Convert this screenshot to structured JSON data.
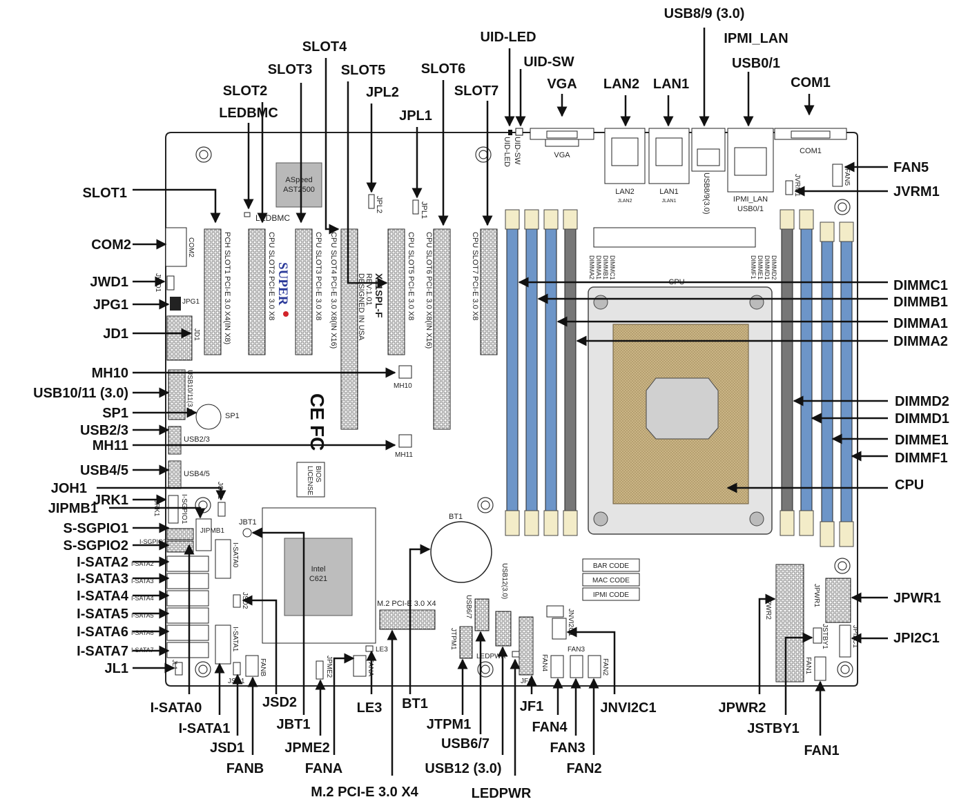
{
  "labels": {
    "left": [
      "SLOT1",
      "COM2",
      "JWD1",
      "JPG1",
      "JD1",
      "MH10",
      "USB10/11 (3.0)",
      "SP1",
      "USB2/3",
      "MH11",
      "USB4/5",
      "JOH1",
      "JRK1",
      "JIPMB1",
      "S-SGPIO1",
      "S-SGPIO2",
      "I-SATA2",
      "I-SATA3",
      "I-SATA4",
      "I-SATA5",
      "I-SATA6",
      "I-SATA7",
      "JL1"
    ],
    "top": [
      "LEDBMC",
      "SLOT2",
      "SLOT3",
      "SLOT4",
      "SLOT5",
      "JPL2",
      "SLOT6",
      "JPL1",
      "SLOT7",
      "UID-LED",
      "UID-SW",
      "VGA",
      "LAN2",
      "LAN1",
      "USB8/9 (3.0)",
      "IPMI_LAN",
      "USB0/1",
      "COM1"
    ],
    "right": [
      "FAN5",
      "JVRM1",
      "DIMMC1",
      "DIMMB1",
      "DIMMA1",
      "DIMMA2",
      "DIMMD2",
      "DIMMD1",
      "DIMME1",
      "DIMMF1",
      "CPU",
      "JPWR1",
      "JPI2C1"
    ],
    "bottom": [
      "I-SATA0",
      "I-SATA1",
      "JSD1",
      "FANB",
      "JSD2",
      "JBT1",
      "JPME2",
      "FANA",
      "LE3",
      "M.2 PCI-E 3.0 X4",
      "BT1",
      "JTPM1",
      "USB6/7",
      "USB12 (3.0)",
      "LEDPWR",
      "JF1",
      "FAN4",
      "FAN3",
      "FAN2",
      "JNVI2C1",
      "JPWR2",
      "JSTBY1",
      "FAN1"
    ]
  },
  "board": {
    "aspeed": [
      "ASpeed",
      "AST2500"
    ],
    "ledbmc": "LEDBMC",
    "slots": [
      "PCH SLOT1 PCI-E 3.0 X4(IN X8)",
      "CPU SLOT2 PCI-E 3.0 X8",
      "CPU SLOT3 PCI-E 3.0 X8",
      "CPU SLOT4 PCI-E 3.0 X8(IN X16)",
      "CPU SLOT5 PCI-E 3.0 X8",
      "CPU SLOT6 PCI-E 3.0 X8(IN X16)",
      "CPU SLOT7 PCI-E 3.0 X8"
    ],
    "model": [
      "X11SPL-F",
      "REV:1.01",
      "DESIGNED IN USA"
    ],
    "brand": "SUPER",
    "jpl2": "JPL2",
    "jpl1": "JPL1",
    "uid_led": "UID-LED",
    "uid_sw": "UID-SW",
    "vga": "VGA",
    "lan2": [
      "LAN2",
      "JLAN2"
    ],
    "lan1": [
      "LAN1",
      "JLAN1"
    ],
    "usb89": "USB8/9(3.0)",
    "ipmi": [
      "IPMI_LAN",
      "USB0/1"
    ],
    "com1": "COM1",
    "fan5": "FAN5",
    "jvrm1": "JVRM1",
    "com2": "COM2",
    "jwd1": "JWD1",
    "jpg1": "JPG1",
    "jd1": "JD1",
    "usb1011": "USB10/11(3.0)",
    "sp1": "SP1",
    "ce": "CE",
    "fc": "FC",
    "usb23": "USB2/3",
    "usb45": "USB4/5",
    "mh10": "MH10",
    "mh11": "MH11",
    "bios": [
      "BIOS",
      "LICENSE"
    ],
    "joh1": "JOH1",
    "jrk1": "JRK1",
    "jipmb1": "JIPMB1",
    "ssgpio1": "I-SGPIO1",
    "ssgpio2": "I-SGPIO2",
    "isata": [
      "I-SATA2",
      "I-SATA3",
      "I-SATA4",
      "I-SATA5",
      "I-SATA6",
      "I-SATA7"
    ],
    "isata0": "I-SATA0",
    "isata1": "I-SATA1",
    "jl1": "JL1",
    "jbt1": "JBT1",
    "chip": [
      "Intel",
      "C621"
    ],
    "jsd2": "JSD2",
    "jsd1": "JSD1",
    "fanb": "FANB",
    "jpme2": "JPME2",
    "fana": "FANA",
    "m2": "M.2 PCI-E 3.0 X4",
    "le3": "LE3",
    "bt1": "BT1",
    "jtpm1": "JTPM1",
    "usb67": "USB6/7",
    "usb12": "USB12(3.0)",
    "ledpwr": "LEDPWR",
    "jf1": "JF1",
    "jnvi2c1": "JNVI2C1",
    "fan3": "FAN3",
    "fan4": "FAN4",
    "fan2": "FAN2",
    "codes": [
      "BAR CODE",
      "MAC CODE",
      "IPMI CODE"
    ],
    "cpu": "CPU",
    "dimm_left": [
      "DIMMC1",
      "DIMMB1",
      "DIMMA1",
      "DIMMA2"
    ],
    "dimm_right": [
      "DIMMD2",
      "DIMMD1",
      "DIMME1",
      "DIMMF1"
    ],
    "jpwr2": "JPWR2",
    "jpwr1": "JPWR1",
    "jstby1": "JSTBY1",
    "jpi2c1": "JPI2C1",
    "fan1": "FAN1"
  }
}
